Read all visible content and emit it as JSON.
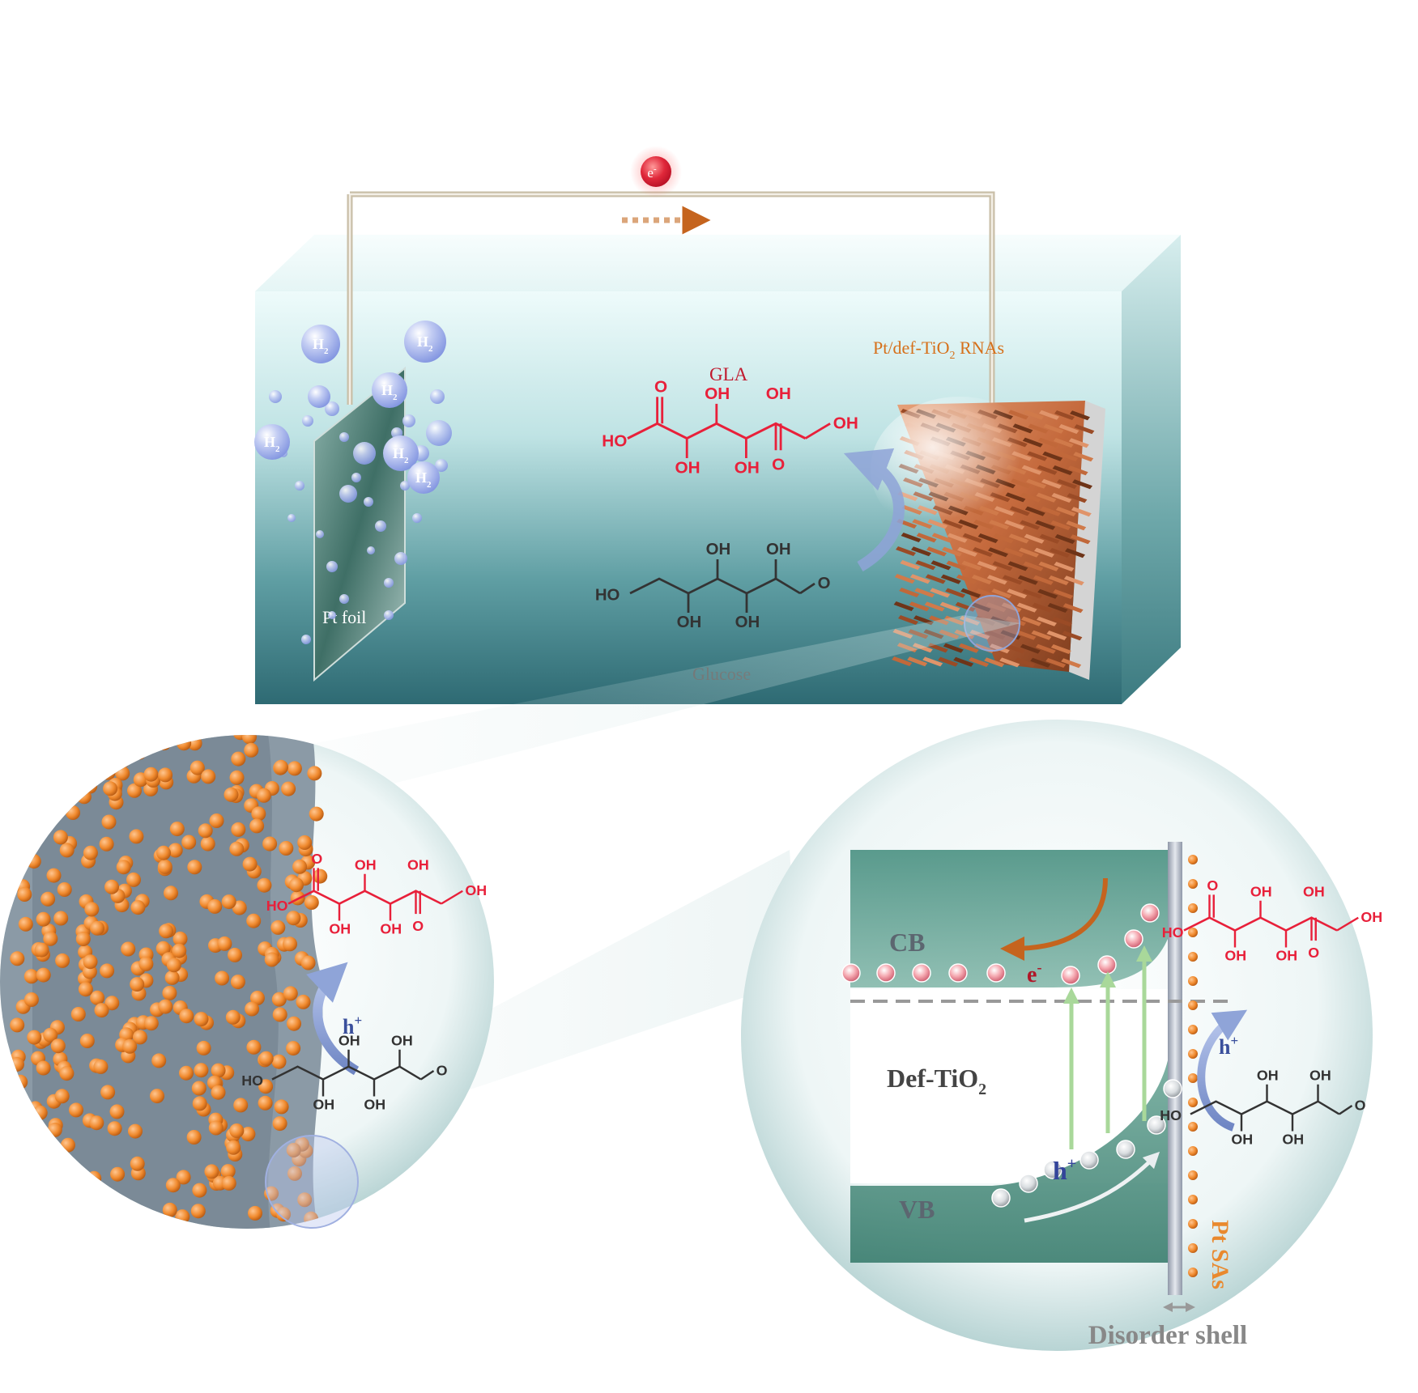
{
  "cell": {
    "electron_label": "e",
    "electron_sup": "-",
    "h2_bubble_text": "H",
    "h2_bubble_sub": "2",
    "pt_foil_label": "Pt foil",
    "photoanode_label_pre": "Pt/def-TiO",
    "photoanode_label_sub": "2",
    "photoanode_label_post": " RNAs",
    "product_label": "GLA",
    "reactant_label": "Glucose"
  },
  "molecules": {
    "gla": {
      "o": "O",
      "oh": "OH",
      "ho": "HO"
    },
    "glucose": {
      "o": "O",
      "oh": "OH",
      "ho": "HO"
    }
  },
  "left_zoom": {
    "hole_label": "h",
    "hole_sup": "+"
  },
  "band_diagram": {
    "cb_label": "CB",
    "vb_label": "VB",
    "material_pre": "Def-TiO",
    "material_sub": "2",
    "electron_label": "e",
    "electron_sup": "-",
    "hole_label": "h",
    "hole_sup": "+",
    "pt_sas_label": "Pt SAs",
    "shell_label": "Disorder shell"
  },
  "colors": {
    "product": "#e8203a",
    "reactant": "#333333",
    "pt_atom": "#f08a2e",
    "hole_arrow": "#6f86c4",
    "band_green": "#3f8a7a"
  }
}
